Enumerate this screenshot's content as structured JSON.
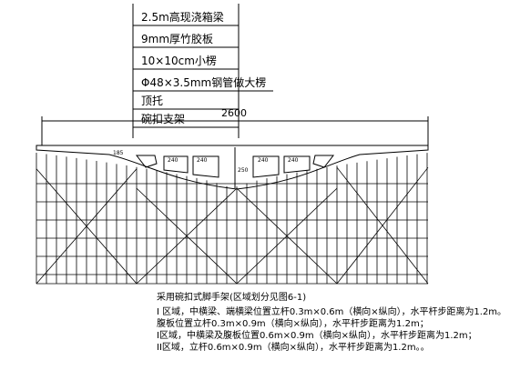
{
  "callout_labels": [
    "2.5m高现浇箱梁",
    "9mm厚竹胶板",
    "10×10cm小楞",
    "Φ48×3.5mm钢管做大楞",
    "顶托",
    "碗扣支架"
  ],
  "span_dimension": "2600",
  "cell_dimensions": [
    "185",
    "240",
    "240",
    "240",
    "240"
  ],
  "depth_dimension": "250",
  "notes": {
    "heading": "采用碗扣式脚手架(区域划分见图6-1)",
    "lines": [
      "I 区域，中横梁、端横梁位置立杆0.3m×0.6m（横向×纵向），水平杆步距离为1.2m。",
      "腹板位置立杆0.3m×0.9m（横向×纵向），水平杆步距离为1.2m；",
      "I区域，中横梁及腹板位置0.6m×0.9m（横向×纵向），水平杆步距离为1.2m；",
      "II区域，立杆0.6m×0.9m（横向×纵向），水平杆步距离为1.2m。。"
    ]
  },
  "colors": {
    "line": "#000000",
    "background": "#ffffff"
  }
}
